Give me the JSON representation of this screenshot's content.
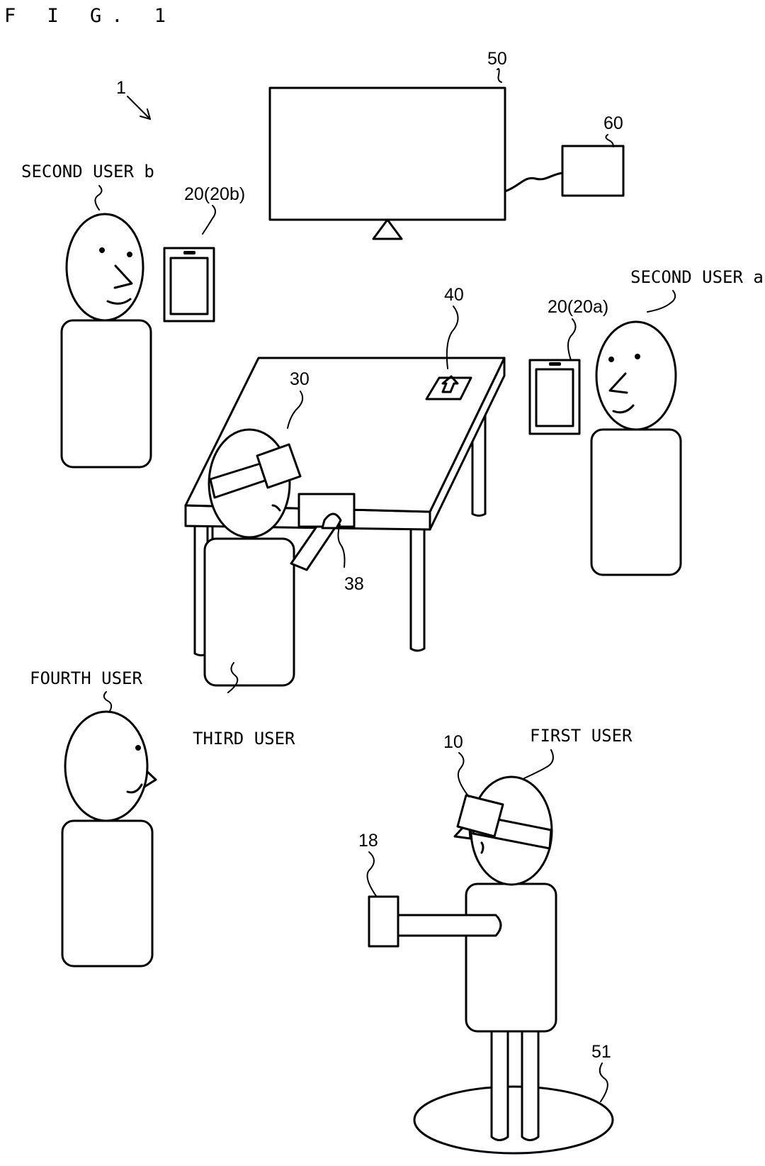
{
  "figure": {
    "title": "F I G. 1",
    "refs": {
      "system": "1",
      "display": "50",
      "box": "60",
      "device_b": "20(20b)",
      "device_a": "20(20a)",
      "marker": "40",
      "hmd_third": "30",
      "controller_third": "38",
      "hmd_first": "10",
      "controller_first": "18",
      "mat": "51"
    },
    "users": {
      "second_b": "SECOND USER b",
      "second_a": "SECOND USER a",
      "third": "THIRD USER",
      "fourth": "FOURTH USER",
      "first": "FIRST USER"
    }
  }
}
